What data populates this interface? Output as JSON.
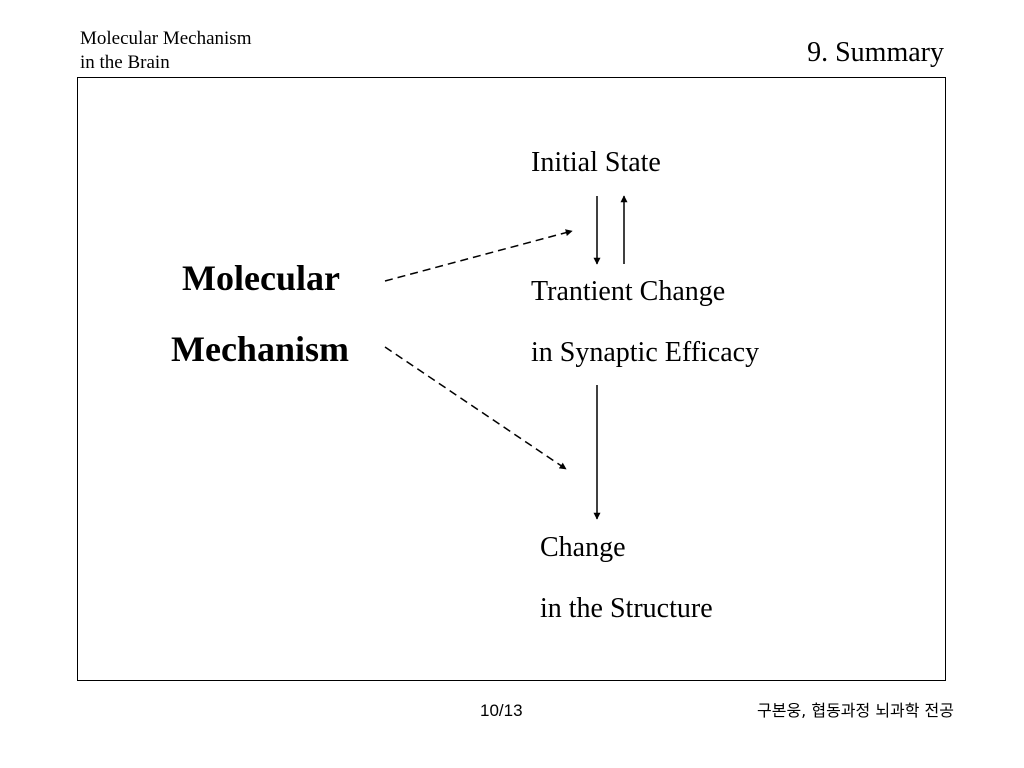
{
  "header": {
    "course_line1": "Molecular Mechanism",
    "course_line2": "in the Brain",
    "slide_title": "9. Summary"
  },
  "diagram": {
    "mechanism_line1": "Molecular",
    "mechanism_line2": "Mechanism",
    "initial_state": "Initial State",
    "transient_line1": "Trantient Change",
    "transient_line2": "in Synaptic Efficacy",
    "structure_line1": "Change",
    "structure_line2": "in the Structure"
  },
  "footer": {
    "page": "10/13",
    "author": "구본웅, 협동과정 뇌과학 전공"
  }
}
